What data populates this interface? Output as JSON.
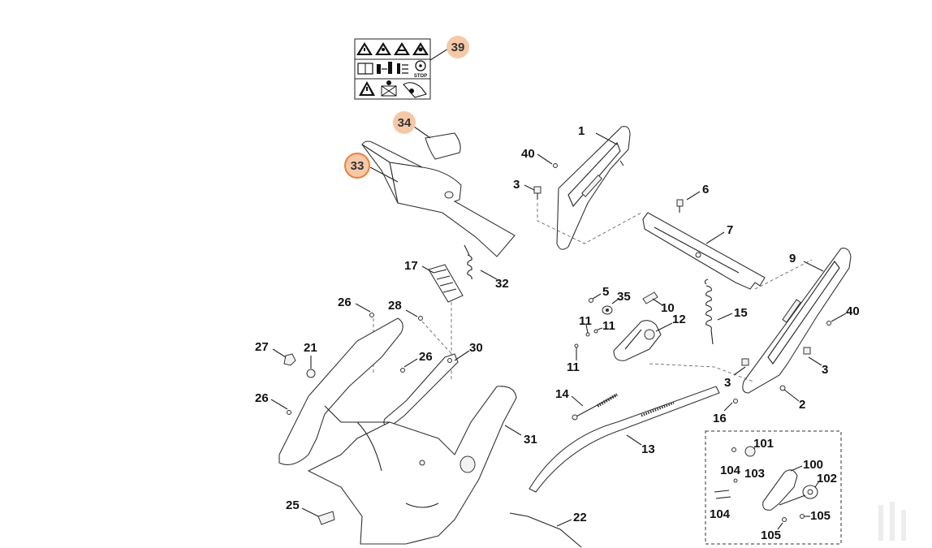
{
  "labels": {
    "p39": "39",
    "p34": "34",
    "p33": "33",
    "p1": "1",
    "p40a": "40",
    "p3a": "3",
    "p6": "6",
    "p7": "7",
    "p9": "9",
    "p40b": "40",
    "p17": "17",
    "p32": "32",
    "p5": "5",
    "p35": "35",
    "p10": "10",
    "p12": "12",
    "p15": "15",
    "p11a": "11",
    "p11b": "11",
    "p11c": "11",
    "p3b": "3",
    "p3c": "3",
    "p2": "2",
    "p26a": "26",
    "p28": "28",
    "p27": "27",
    "p21": "21",
    "p26b": "26",
    "p30": "30",
    "p26c": "26",
    "p31": "31",
    "p14": "14",
    "p16": "16",
    "p13": "13",
    "p25": "25",
    "p22": "22",
    "p101": "101",
    "p104a": "104",
    "p103": "103",
    "p100": "100",
    "p102": "102",
    "p104b": "104",
    "p105a": "105",
    "p105b": "105"
  },
  "decal": {
    "stop_text": "STOP"
  },
  "highlight_color": "#f5c8a8",
  "highlight_ring_color": "#e8823c"
}
